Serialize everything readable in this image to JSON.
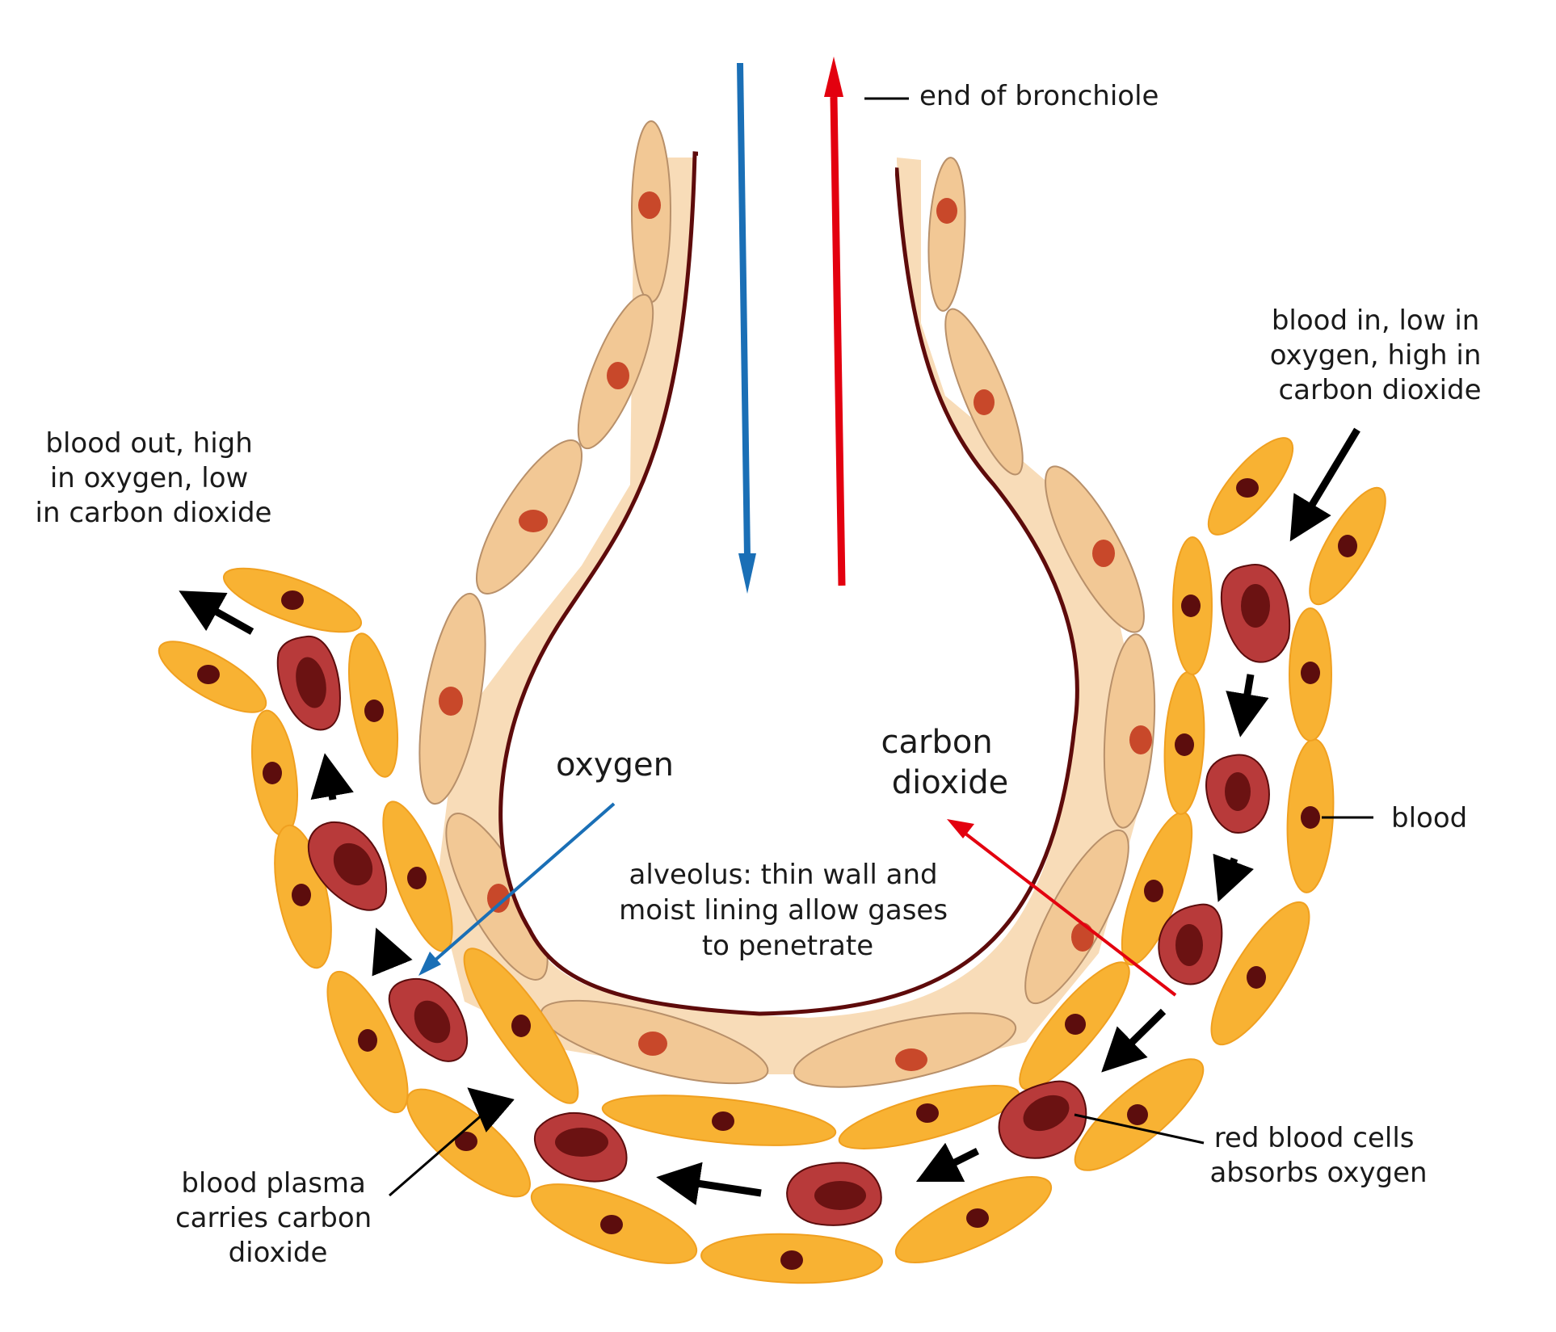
{
  "labels": {
    "bronchiole": "end of bronchiole",
    "blood_in": [
      "blood in, low in",
      "oxygen, high in",
      "carbon dioxide"
    ],
    "blood_out": [
      "blood out, high",
      "in oxygen, low",
      "in carbon dioxide"
    ],
    "oxygen": "oxygen",
    "carbon_dioxide": [
      "carbon",
      "dioxide"
    ],
    "alveolus": [
      "alveolus: thin wall and",
      "moist lining allow gases",
      "to penetrate"
    ],
    "blood": "blood",
    "red_blood_cells": [
      "red blood cells",
      "absorbs oxygen"
    ],
    "plasma": [
      "blood plasma",
      "carries carbon",
      "dioxide"
    ]
  },
  "colors": {
    "oxygen_arrow": "#1a6fb6",
    "co2_arrow": "#e3000f",
    "flow_arrow": "#000000",
    "alveolus_wall": "#f8dcb8",
    "alveolus_cell": "#f2c895",
    "alveolus_outline": "#5e0b0b",
    "alveolus_nucleus": "#c8482a",
    "capillary_cell": "#f8b233",
    "capillary_nucleus": "#5c0d0d",
    "rbc_fill": "#b83a3a",
    "rbc_core": "#6b1212"
  }
}
